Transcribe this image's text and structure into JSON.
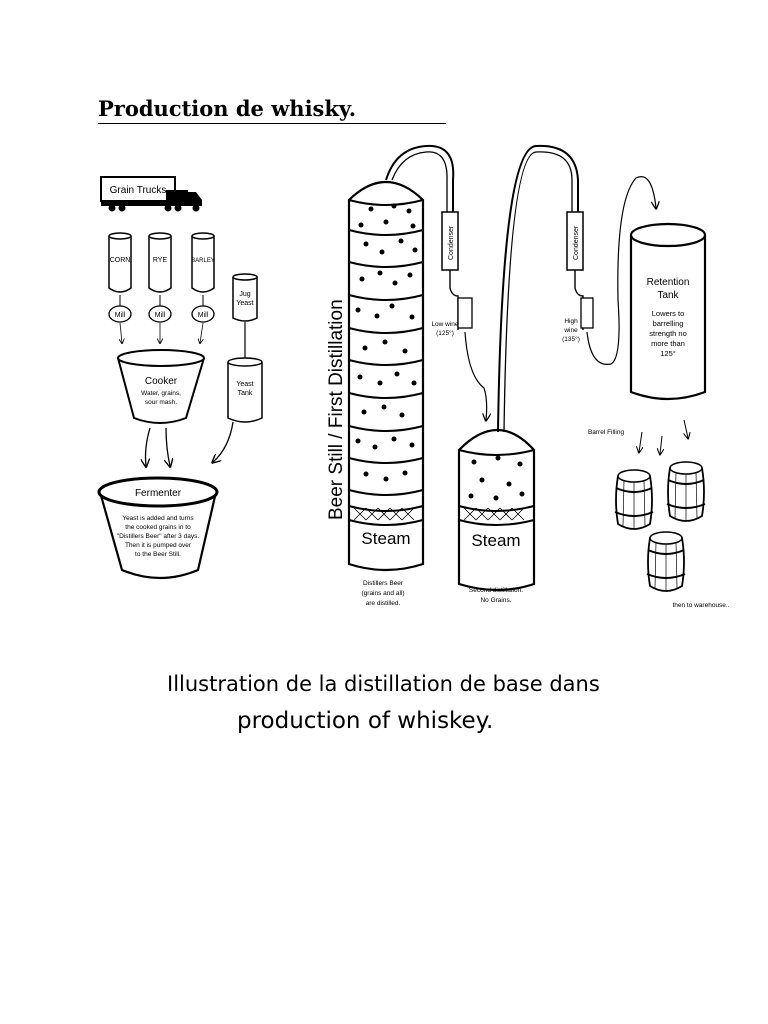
{
  "document": {
    "heading": "Production de whisky.",
    "caption_line1": "Illustration de la distillation de base dans",
    "caption_line2": "production of whiskey."
  },
  "diagram": {
    "grain_trucks": "Grain Trucks",
    "grains": [
      "CORN",
      "RYE",
      "BARLEY"
    ],
    "mill": "Mill",
    "jug_yeast": [
      "Jug",
      "Yeast"
    ],
    "yeast_tank": [
      "Yeast",
      "Tank"
    ],
    "cooker_title": "Cooker",
    "cooker_desc": [
      "Water, grains,",
      "sour mash."
    ],
    "fermenter_title": "Fermenter",
    "fermenter_desc": [
      "Yeast is added and turns",
      "the cooked grains in to",
      "\"Distillers Beer\" after 3 days.",
      "Then it is pumped over",
      "to the Beer Still."
    ],
    "beer_still_label": "Beer Still / First Distillation",
    "condenser": "Condenser",
    "low_wine": [
      "Low wine",
      "(125°)"
    ],
    "high_wine": [
      "High",
      "wine",
      "(135°)"
    ],
    "steam": "Steam",
    "distillers_beer_note": [
      "Distillers Beer",
      "(grains and all)",
      "are distilled."
    ],
    "second_distillation_note": [
      "Second distillation.",
      "No Grains."
    ],
    "retention_tank_title": [
      "Retention",
      "Tank"
    ],
    "retention_tank_desc": [
      "Lowers to",
      "barrelling",
      "strength no",
      "more than",
      "125°"
    ],
    "barrel_filling": "Barrel Filling",
    "warehouse_note": "then to warehouse.."
  }
}
